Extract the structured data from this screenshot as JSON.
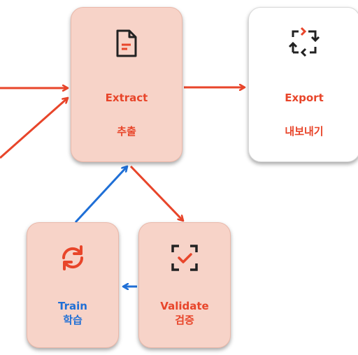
{
  "colors": {
    "accent_orange": "#e8452a",
    "accent_blue": "#1f6fd6",
    "pink_fill": "#f7d3c8",
    "white_fill": "#ffffff"
  },
  "nodes": {
    "extract": {
      "title": "Extract",
      "subtitle": "추출",
      "icon": "document-icon"
    },
    "export": {
      "title": "Export",
      "subtitle": "내보내기",
      "icon": "export-cycle-icon"
    },
    "train": {
      "title": "Train",
      "subtitle": "학습",
      "icon": "refresh-icon"
    },
    "validate": {
      "title": "Validate",
      "subtitle": "검증",
      "icon": "check-frame-icon"
    }
  }
}
